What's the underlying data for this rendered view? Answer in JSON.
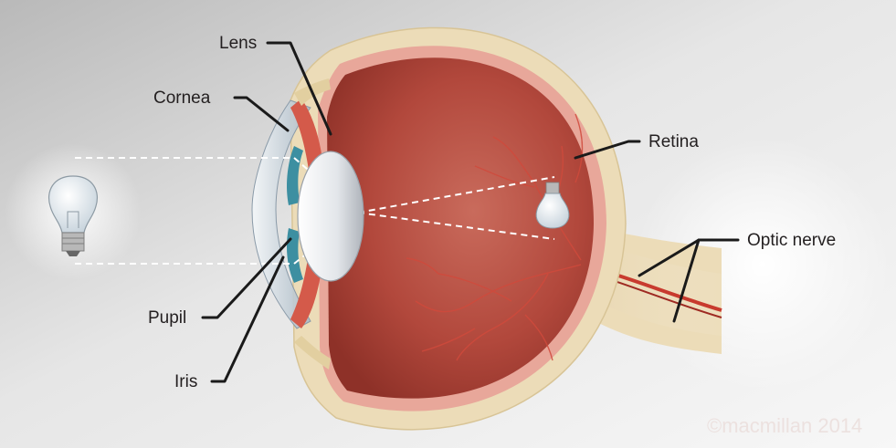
{
  "labels": {
    "lens": "Lens",
    "cornea": "Cornea",
    "retina": "Retina",
    "optic_nerve": "Optic nerve",
    "pupil": "Pupil",
    "iris": "Iris"
  },
  "copyright": "©macmillan 2014",
  "colors": {
    "eyeball_interior": "#b5483d",
    "sclera": "#ecdcb8",
    "retina_layer": "#e8a79a",
    "iris": "#3d8fa1",
    "blood_vessel": "#c83a2e",
    "light_ray": "#ffffff"
  }
}
